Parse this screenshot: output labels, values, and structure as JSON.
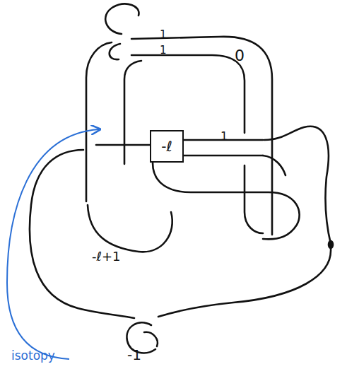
{
  "diagram": {
    "nodes": [
      {
        "text": [
          "-ℓ"
        ]
      }
    ],
    "labels": [
      "1",
      "1",
      "0",
      "1",
      "-ℓ+1",
      "-1",
      "isotopy"
    ]
  }
}
